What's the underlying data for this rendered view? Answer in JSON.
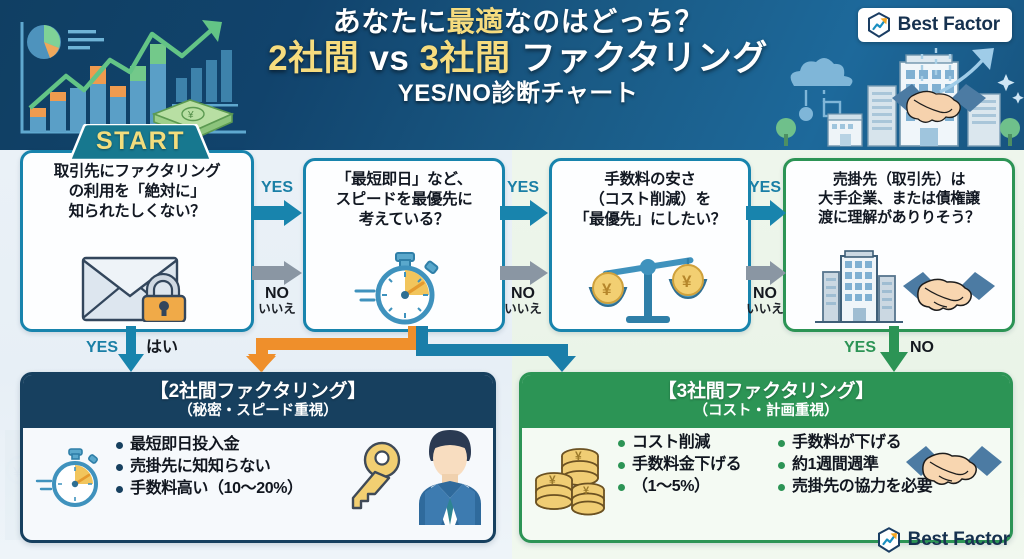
{
  "brand": {
    "name": "Best Factor",
    "logo_icon": "hexagon-arrow-chart-icon"
  },
  "header": {
    "title_line1_pre": "あなたに",
    "title_line1_hl": "最適",
    "title_line1_post": "なのはどっち？",
    "title_line2_a": "2社間",
    "title_line2_vs": " vs ",
    "title_line2_b": "3社間",
    "title_line2_tail": " ファクタリング",
    "title_line3": "YES/NO診断チャート",
    "left_art": "growth-bar-chart-icon",
    "right_art": "city-handshake-icon",
    "bg_color": "#12496f"
  },
  "start_badge": {
    "label": "START",
    "bg_color": "#17778f",
    "text_color": "#f2dd7d"
  },
  "questions": [
    {
      "id": "q1",
      "text_lines": [
        "取引先にファクタリング",
        "の利用を「絶対に」",
        "知られたしくない？"
      ],
      "icon": "envelope-lock-icon",
      "border_color": "#1884ad"
    },
    {
      "id": "q2",
      "text_lines": [
        "「最短即日」など、",
        "スピードを最優先に",
        "考えている？"
      ],
      "icon": "stopwatch-icon",
      "border_color": "#1884ad"
    },
    {
      "id": "q3",
      "text_lines": [
        "手数料の安さ",
        "（コスト削減）を",
        "「最優先」にしたい？"
      ],
      "icon": "balance-scale-yen-icon",
      "border_color": "#1884ad"
    },
    {
      "id": "q4",
      "text_lines": [
        "売掛先（取引先）は",
        "大手企業、または債権譲",
        "渡に理解がありりそう？"
      ],
      "icon": "building-handshake-icon",
      "border_color": "#2c9455"
    }
  ],
  "connectors": {
    "yes_en": "YES",
    "no_en": "NO",
    "no_jp": "いいえ",
    "yes_jp": "はい",
    "yes_color": "#1884ad",
    "no_color": "#8a96a3",
    "orange_color": "#ef8f2b",
    "green_color": "#2c9455"
  },
  "panels": {
    "left": {
      "title": "【2社間ファクタリング】",
      "subtitle": "（秘密・スピード重視）",
      "header_color": "#17405f",
      "bullets": [
        "最短即日投入金",
        "売掛先に知知らない",
        "手数料高い（10〜20%）"
      ],
      "icons": [
        "stopwatch-icon",
        "key-icon",
        "businessman-icon"
      ]
    },
    "right": {
      "title": "【3社間ファクタリング】",
      "subtitle": "（コスト・計画重視）",
      "header_color": "#2c9455",
      "bullets_col1": [
        "コスト削減",
        "手数料金下げる",
        "（1〜5%）"
      ],
      "bullets_col2": [
        "手数料が下げる",
        "約1週間週準",
        "売掛先の協力を必要"
      ],
      "icons": [
        "coin-stack-icon",
        "handshake-icon"
      ]
    }
  }
}
